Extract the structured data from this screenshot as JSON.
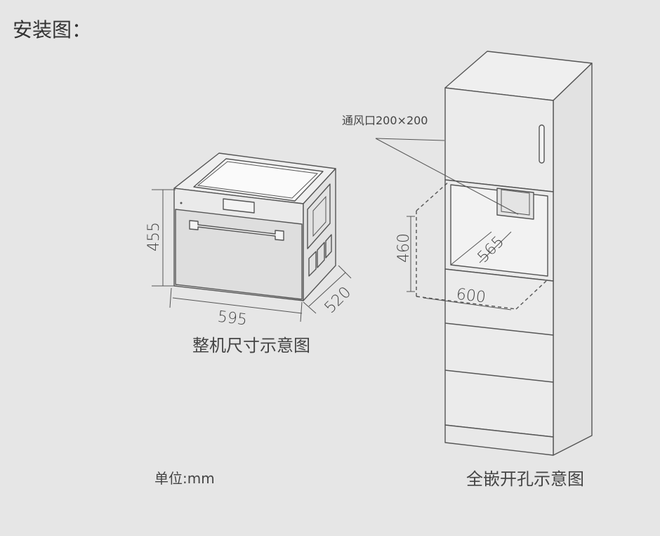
{
  "page": {
    "title": "安装图："
  },
  "oven_diagram": {
    "height_label": "455",
    "width_label": "595",
    "depth_label": "520",
    "caption": "整机尺寸示意图"
  },
  "cabinet_diagram": {
    "vent_label": "通风口200×200",
    "height_label": "460",
    "depth_label": "565",
    "width_label": "600",
    "caption": "全嵌开孔示意图"
  },
  "unit_note": "单位:mm",
  "colors": {
    "background": "#e6e6e6",
    "line": "#555555",
    "text": "#333333"
  }
}
